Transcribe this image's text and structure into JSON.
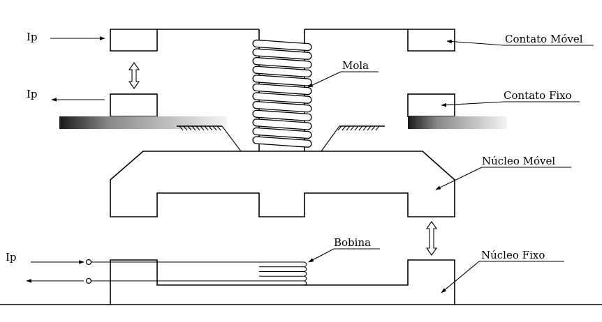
{
  "labels": {
    "ip_top": "Ip",
    "ip_mid": "Ip",
    "ip_bottom": "Ip",
    "contato_movel": "Contato Móvel",
    "contato_fixo": "Contato Fixo",
    "mola": "Mola",
    "nucleo_movel": "Núcleo Móvel",
    "nucleo_fixo": "Núcleo Fixo",
    "bobina": "Bobina"
  },
  "colors": {
    "line": "#000000",
    "background": "#ffffff",
    "ground_dark": "#222222",
    "ground_light": "#f2f2f2"
  },
  "icons": [
    "double-arrow-icon",
    "arrow-icon",
    "spring-coil",
    "hatch-support",
    "terminal-circle-icon"
  ]
}
